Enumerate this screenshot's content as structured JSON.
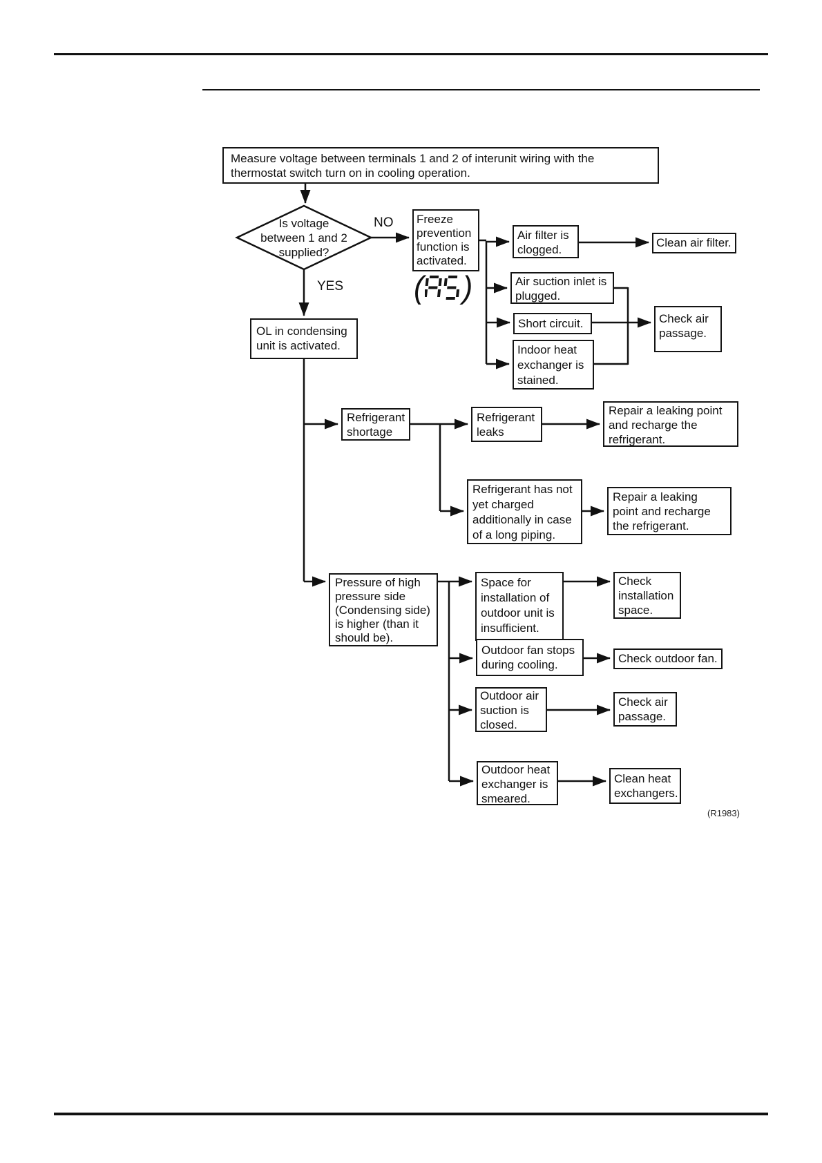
{
  "flow": {
    "start": "Measure voltage between terminals 1 and 2 of interunit wiring with the thermostat switch turn on in cooling operation.",
    "decision": "Is voltage between 1 and 2 supplied?",
    "labels": {
      "no": "NO",
      "yes": "YES"
    },
    "display_code": {
      "value": "A5",
      "open": "(",
      "close": ")"
    },
    "nodes": {
      "freeze_prevention": "Freeze prevention function is activated.",
      "air_filter_clogged": "Air filter is clogged.",
      "clean_air_filter": "Clean air filter.",
      "air_suction_inlet_plugged": "Air suction inlet is plugged.",
      "short_circuit": "Short circuit.",
      "indoor_heat_exchanger_stained": "Indoor heat exchanger is stained.",
      "check_air_passage_1": "Check air passage.",
      "ol_condensing_activated": "OL in condensing unit is activated.",
      "refrigerant_shortage": "Refrigerant shortage",
      "refrigerant_leaks": "Refrigerant leaks",
      "repair_recharge_1": "Repair a leaking point and recharge the refrigerant.",
      "refrigerant_not_charged": "Refrigerant has not yet charged additionally in case of a long piping.",
      "repair_recharge_2": "Repair a leaking point and recharge the refrigerant.",
      "pressure_high_side": "Pressure of high pressure side (Condensing side) is higher (than it should be).",
      "space_installation_insufficient": "Space for installation of outdoor unit is insufficient.",
      "check_installation_space": "Check installation space.",
      "outdoor_fan_stops": "Outdoor fan stops during cooling.",
      "check_outdoor_fan": "Check outdoor fan.",
      "outdoor_air_suction_closed": "Outdoor air suction is closed.",
      "check_air_passage_2": "Check air passage.",
      "outdoor_heat_exchanger_smeared": "Outdoor heat exchanger is smeared.",
      "clean_heat_exchangers": "Clean heat exchangers."
    },
    "reference_code": "(R1983)"
  }
}
